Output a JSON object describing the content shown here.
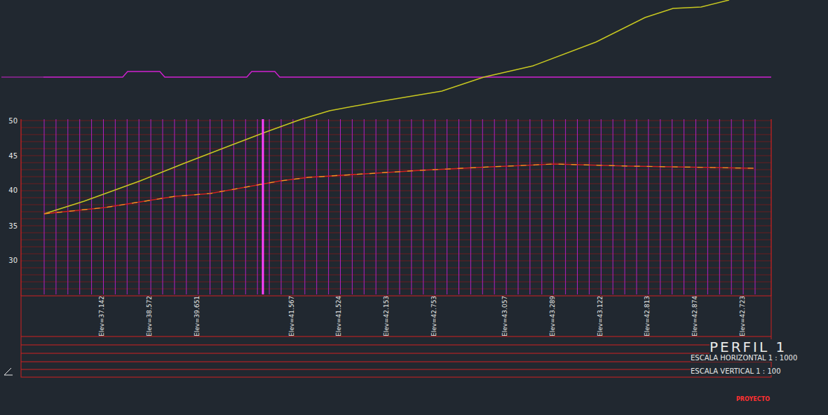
{
  "diagram": {
    "title": "PERFIL 1",
    "labels": [
      "50",
      "45",
      "40",
      "35",
      "30",
      "Elev=37.142",
      "Elev=38.572",
      "Elev=39.651",
      "Elev=41.567",
      "Elev=41.524",
      "Elev=42.153",
      "Elev=42.753",
      "Elev=43.057",
      "Elev=43.289",
      "Elev=43.122",
      "Elev=42.813",
      "Elev=42.874",
      "Elev=42.723",
      "ESCALA HORIZONTAL 1 : 1000",
      "ESCALA VERTICAL 1 : 100",
      "PROYECTO"
    ]
  }
}
